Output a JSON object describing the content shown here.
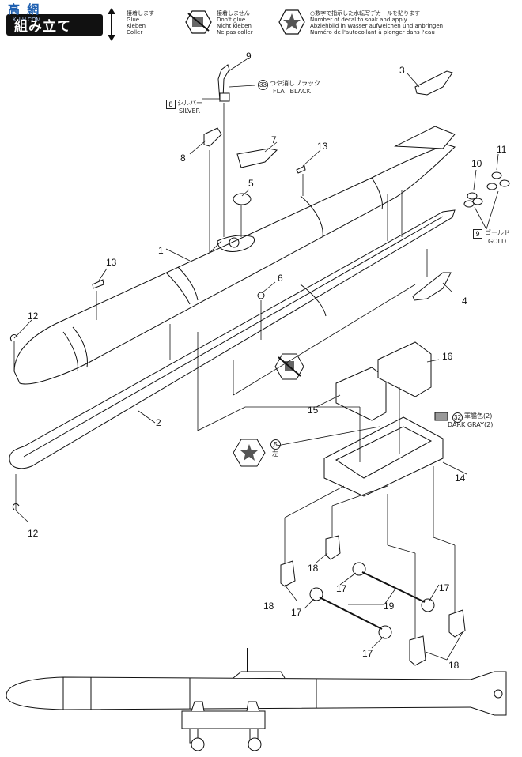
{
  "header": {
    "title": "組み立て",
    "watermark": "高 網",
    "watermark_sub": "KU-H.COM"
  },
  "legend": {
    "glue": {
      "ja": "接着します",
      "en": "Glue",
      "de": "Kleben",
      "fr": "Coller"
    },
    "dont_glue": {
      "ja": "接着しません",
      "en": "Don't glue",
      "de": "Nicht kleben",
      "fr": "Ne pas coller"
    },
    "decal": {
      "ja": "○数字で指示した水転写デカールを貼ります",
      "en": "Number of decal to soak and apply",
      "de": "Abziehbild in Wasser aufweichen und anbringen",
      "fr": "Numéro de l'autocollant à plonger dans l'eau"
    }
  },
  "paints": {
    "flat_black": {
      "num": "33",
      "ja": "つや消しブラック",
      "en": "FLAT BLACK"
    },
    "silver": {
      "num": "8",
      "ja": "シルバー",
      "en": "SILVER"
    },
    "gold": {
      "num": "9",
      "ja": "ゴールド",
      "en": "GOLD"
    },
    "dark_gray": {
      "num": "32",
      "ja": "軍艦色(2)",
      "en": "DARK GRAY(2)"
    }
  },
  "decal_callout": {
    "num": "5",
    "side": "左"
  },
  "part_labels": [
    "1",
    "2",
    "3",
    "4",
    "5",
    "6",
    "7",
    "8",
    "9",
    "10",
    "11",
    "12",
    "12",
    "13",
    "13",
    "14",
    "15",
    "16",
    "17",
    "17",
    "17",
    "17",
    "18",
    "18",
    "18",
    "18",
    "19"
  ]
}
